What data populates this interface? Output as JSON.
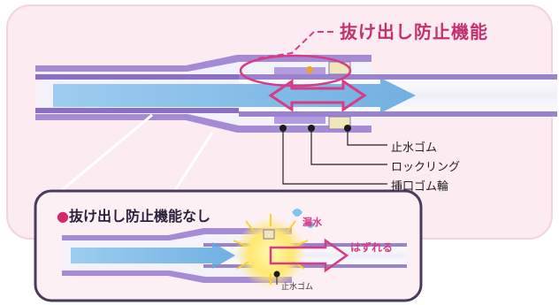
{
  "title": "抜け出し防止機能",
  "parts": [
    {
      "label": "止水ゴム"
    },
    {
      "label": "ロックリング"
    },
    {
      "label": "挿口ゴム輪"
    }
  ],
  "inset": {
    "title": "抜け出し防止機能なし",
    "bullet": "●",
    "leak_label": "漏水",
    "disengage_label": "はずれる",
    "seal_label": "止水ゴム"
  },
  "colors": {
    "panel_bg": "#fcebf1",
    "pipe_purple": "#8a6fc2",
    "pipe_light": "#ecebf6",
    "flow_blue": "#6ab0e4",
    "accent_pink": "#d83a86",
    "title_pink": "#c2326f"
  }
}
